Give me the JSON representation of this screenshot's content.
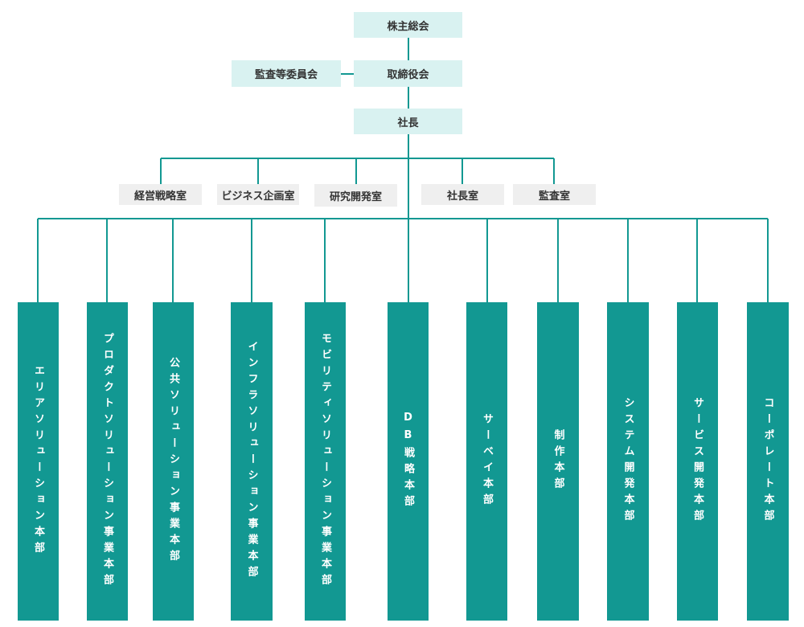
{
  "top": {
    "shareholders": "株主総会",
    "board": "取締役会",
    "audit_committee": "監査等委員会",
    "president": "社長"
  },
  "staff": [
    "経営戦略室",
    "ビジネス企画室",
    "研究開発室",
    "社長室",
    "監査室"
  ],
  "divisions": [
    "エリアソリューション本部",
    "プロダクトソリューション事業本部",
    "公共ソリューション事業本部",
    "インフラソリューション事業本部",
    "モビリティソリューション事業本部",
    "DB戦略本部",
    "サーベイ本部",
    "制作本部",
    "システム開発本部",
    "サービス開発本部",
    "コーポレート本部"
  ],
  "colors": {
    "primary": "#129892",
    "light": "#d9f2f1",
    "staff_bg": "#efefef"
  }
}
